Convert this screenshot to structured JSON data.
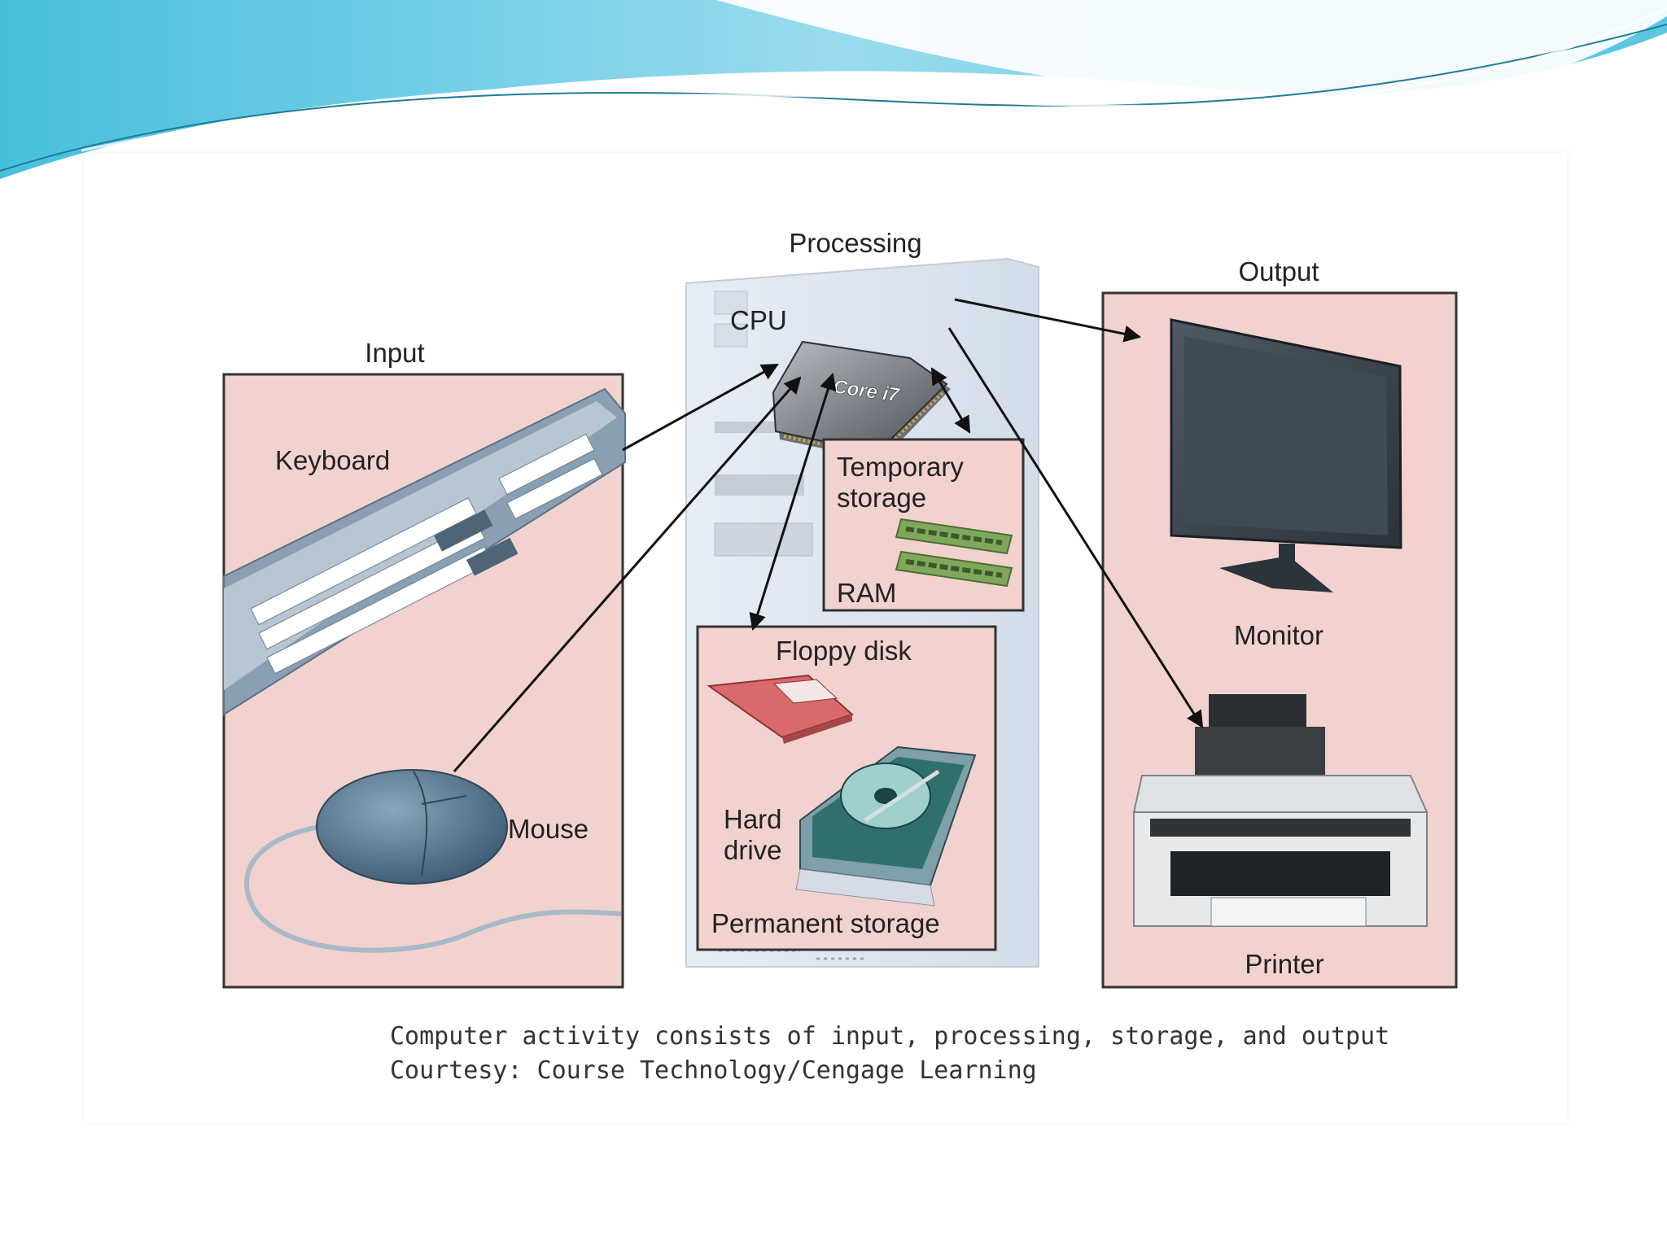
{
  "diagram": {
    "labels": {
      "processing": "Processing",
      "cpu": "CPU",
      "chip": "Core i7",
      "input": "Input",
      "keyboard": "Keyboard",
      "mouse": "Mouse",
      "temporary_line1": "Temporary",
      "temporary_line2": "storage",
      "ram": "RAM",
      "floppy": "Floppy disk",
      "hard_line1": "Hard",
      "hard_line2": "drive",
      "permanent": "Permanent storage",
      "output": "Output",
      "monitor": "Monitor",
      "printer": "Printer"
    },
    "caption": {
      "line1": "Computer activity consists of input, processing, storage, and output",
      "line2": "Courtesy: Course Technology/Cengage Learning"
    }
  },
  "colors": {
    "panel_fill": "#f2d2cf",
    "panel_stroke": "#333333",
    "banner_light": "#c8eef8",
    "banner_dark": "#3fb7d6",
    "device_blue": "#6a8aa0"
  }
}
